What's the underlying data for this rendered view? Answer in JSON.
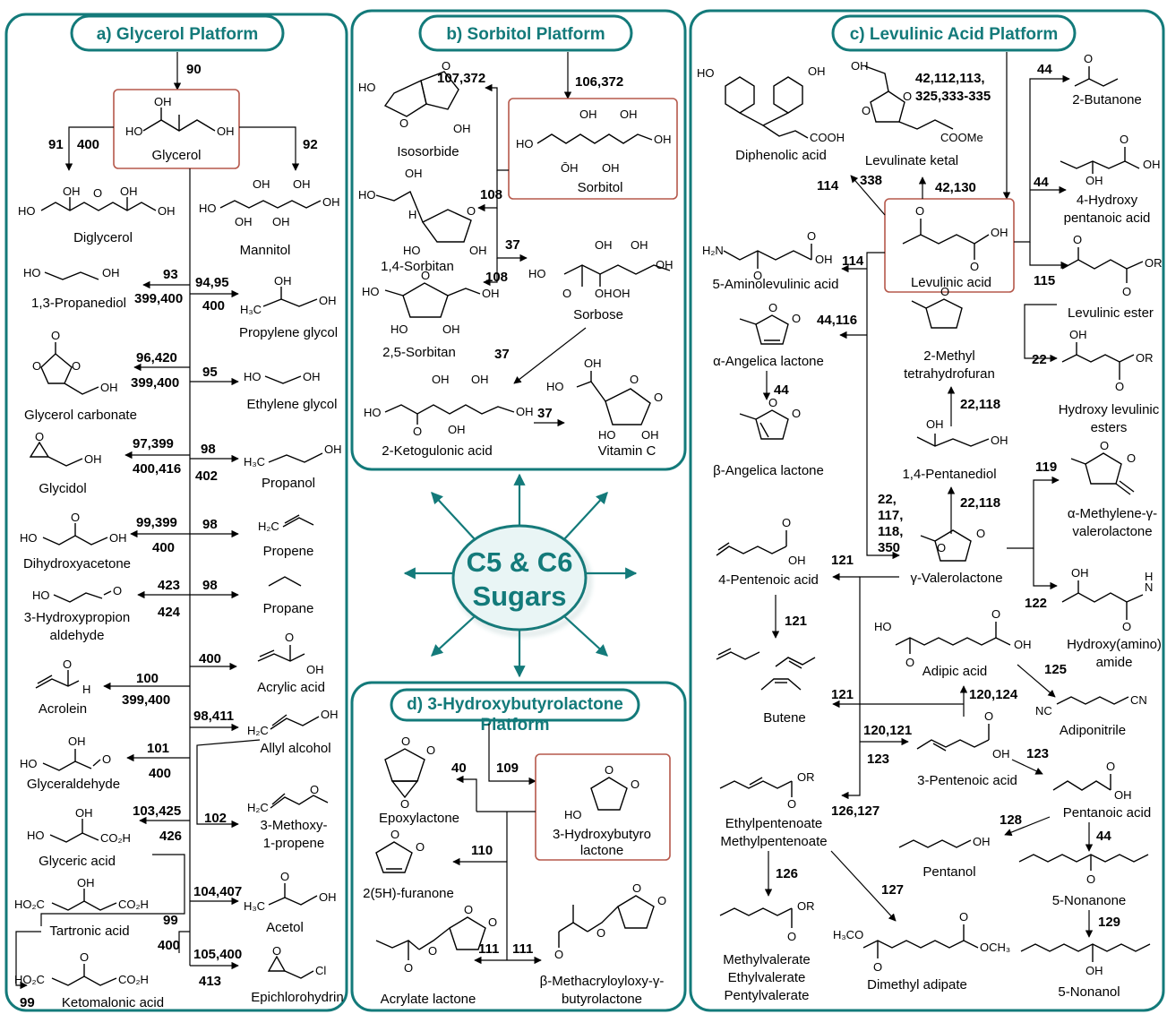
{
  "colors": {
    "teal": "#137a7a",
    "highlight_border": "#b5584b",
    "center_fill": "#e9f5f5"
  },
  "center": {
    "line1": "C5 & C6",
    "line2": "Sugars"
  },
  "panels": {
    "a": {
      "title": "a) Glycerol Platform",
      "core": "Glycerol",
      "labels": {
        "diglycerol": "Diglycerol",
        "mannitol": "Mannitol",
        "propanediol": "1,3-Propanediol",
        "propylene_glycol": "Propylene glycol",
        "glycerol_carbonate": "Glycerol carbonate",
        "ethylene_glycol": "Ethylene glycol",
        "glycidol": "Glycidol",
        "propanol": "Propanol",
        "dihydroxyacetone": "Dihydroxyacetone",
        "propene": "Propene",
        "hpa1": "3-Hydroxypropion",
        "hpa2": "aldehyde",
        "propane": "Propane",
        "acrolein": "Acrolein",
        "acrylic_acid": "Acrylic acid",
        "allyl_alcohol": "Allyl alcohol",
        "glyceraldehyde": "Glyceraldehyde",
        "methoxy1": "3-Methoxy-",
        "methoxy2": "1-propene",
        "glyceric_acid": "Glyceric acid",
        "tartronic_acid": "Tartronic acid",
        "acetol": "Acetol",
        "ketomalonic_acid": "Ketomalonic acid",
        "epichlorohydrin": "Epichlorohydrin"
      },
      "refs": {
        "r90": "90",
        "r91": "91",
        "r400": "400",
        "r92": "92",
        "r93": "93",
        "r399_400": "399,400",
        "r94_95": "94,95",
        "r400b": "400",
        "r96_420": "96,420",
        "r399_400b": "399,400",
        "r95": "95",
        "r97_399": "97,399",
        "r400_416": "400,416",
        "r98": "98",
        "r402": "402",
        "r99_399": "99,399",
        "r400c": "400",
        "r98b": "98",
        "r423": "423",
        "r424": "424",
        "r98c": "98",
        "r400d": "400",
        "r100": "100",
        "r399_400c": "399,400",
        "r98_411": "98,411",
        "r101": "101",
        "r400e": "400",
        "r102": "102",
        "r103_425": "103,425",
        "r426": "426",
        "r104_407": "104,407",
        "r99": "99",
        "r400f": "400",
        "r105_400": "105,400",
        "r413": "413",
        "r99b": "99"
      }
    },
    "b": {
      "title": "b) Sorbitol Platform",
      "core": "Sorbitol",
      "labels": {
        "isosorbide": "Isosorbide",
        "sorbitan14": "1,4-Sorbitan",
        "sorbitan25": "2,5-Sorbitan",
        "sorbose": "Sorbose",
        "ketogulonic": "2-Ketogulonic acid",
        "vitamin_c": "Vitamin C"
      },
      "refs": {
        "r107_372": "107,372",
        "r106_372": "106,372",
        "r108": "108",
        "r108b": "108",
        "r37": "37",
        "r37b": "37",
        "r37c": "37"
      }
    },
    "c": {
      "title": "c) Levulinic Acid Platform",
      "core": "Levulinic acid",
      "labels": {
        "diphenolic": "Diphenolic acid",
        "levulinate_ketal": "Levulinate ketal",
        "butanone": "2-Butanone",
        "hydroxypentanoic1": "4-Hydroxy",
        "hydroxypentanoic2": "pentanoic acid",
        "ala": "5-Aminolevulinic acid",
        "levulinic_ester": "Levulinic ester",
        "alpha_angelica": "α-Angelica lactone",
        "mthf1": "2-Methyl",
        "mthf2": "tetrahydrofuran",
        "hydroxy_levulinic1": "Hydroxy levulinic",
        "hydroxy_levulinic2": "esters",
        "beta_angelica": "β-Angelica lactone",
        "pentanediol": "1,4-Pentanediol",
        "mgvl1": "α-Methylene-γ-",
        "mgvl2": "valerolactone",
        "pentenoic4": "4-Pentenoic acid",
        "gvl": "γ-Valerolactone",
        "hydroxyamide1": "Hydroxy(amino)",
        "hydroxyamide2": "amide",
        "adipic": "Adipic acid",
        "butene": "Butene",
        "adiponitrile": "Adiponitrile",
        "pentenoic3": "3-Pentenoic acid",
        "pentanoic": "Pentanoic acid",
        "ethylpentenoate": "Ethylpentenoate",
        "methylpentenoate": "Methylpentenoate",
        "pentanol": "Pentanol",
        "nonanone": "5-Nonanone",
        "methylvalerate": "Methylvalerate",
        "ethylvalerate": "Ethylvalerate",
        "pentylvalerate": "Pentylvalerate",
        "dimethyl_adipate": "Dimethyl adipate",
        "nonanol": "5-Nonanol"
      },
      "refs": {
        "r_main1": "42,112,113,",
        "r_main2": "325,333-335",
        "r44": "44",
        "r44b": "44",
        "r114": "114",
        "r338": "338",
        "r42_130": "42,130",
        "r114b": "114",
        "r115": "115",
        "r44_116": "44,116",
        "r22": "22",
        "r44c": "44",
        "r22_118": "22,118",
        "r22_118b": "22,118",
        "r119": "119",
        "r22s": "22,",
        "r117": "117,",
        "r118": "118,",
        "r350": "350",
        "r121": "121",
        "r122": "122",
        "r121b": "121",
        "r125": "125",
        "r121c": "121",
        "r120_124": "120,124",
        "r120_121": "120,121",
        "r123": "123",
        "r123b": "123",
        "r126_127": "126,127",
        "r128": "128",
        "r44d": "44",
        "r126": "126",
        "r127": "127",
        "r129": "129"
      }
    },
    "d": {
      "title1": "d) 3-Hydroxybutyrolactone",
      "title2": "Platform",
      "core1": "3-Hydroxybutyro",
      "core2": "lactone",
      "labels": {
        "epoxylactone": "Epoxylactone",
        "furanone": "2(5H)-furanone",
        "acrylate_lactone": "Acrylate lactone",
        "methacryloyloxy1": "β-Methacryloyloxy-γ-",
        "methacryloyloxy2": "butyrolactone"
      },
      "refs": {
        "r40": "40",
        "r109": "109",
        "r110": "110",
        "r111": "111",
        "r111b": "111"
      }
    }
  }
}
